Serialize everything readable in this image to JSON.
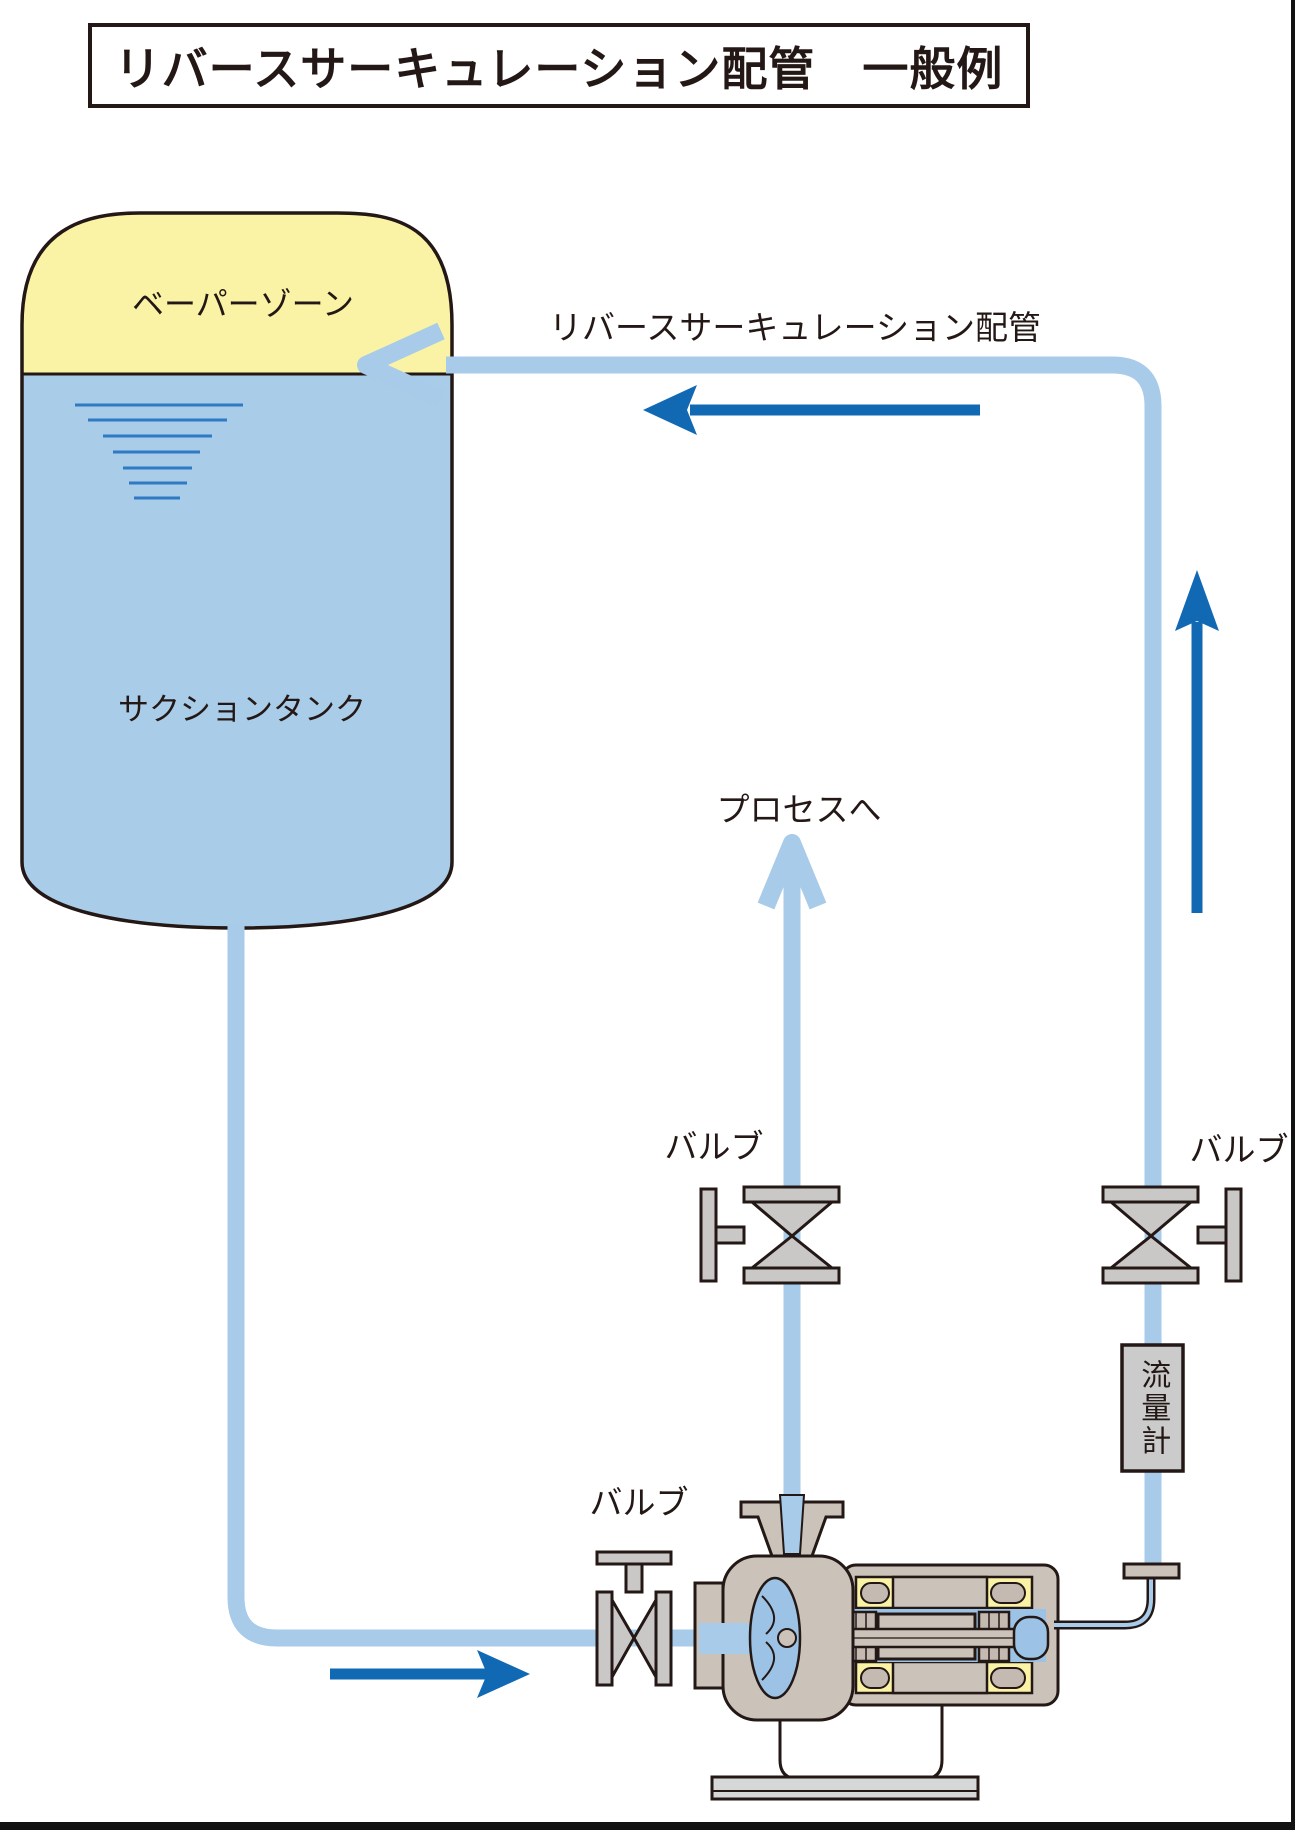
{
  "title": "リバースサーキュレーション配管　一般例",
  "tank": {
    "vapor_zone_label": "ベーパーゾーン",
    "tank_label": "サクションタンク"
  },
  "piping": {
    "reverse_circulation_label": "リバースサーキュレーション配管",
    "to_process_label": "プロセスへ"
  },
  "valves": {
    "discharge_valve_label": "バルブ",
    "reverse_valve_label": "バルブ",
    "suction_valve_label": "バルブ"
  },
  "flow_meter": {
    "label": "流量計"
  },
  "colors": {
    "pipe_blue": "#A7CBE9",
    "liquid_blue": "#A9CCE8",
    "ripple_blue": "#2F7AC2",
    "flow_arrow_blue": "#1169B4",
    "vapor_yellow": "#FAF3A5",
    "outline_dark": "#231815",
    "component_gray": "#C9C8C7",
    "pump_beige": "#CBC2B9",
    "base_gray": "#D6D8D8"
  }
}
